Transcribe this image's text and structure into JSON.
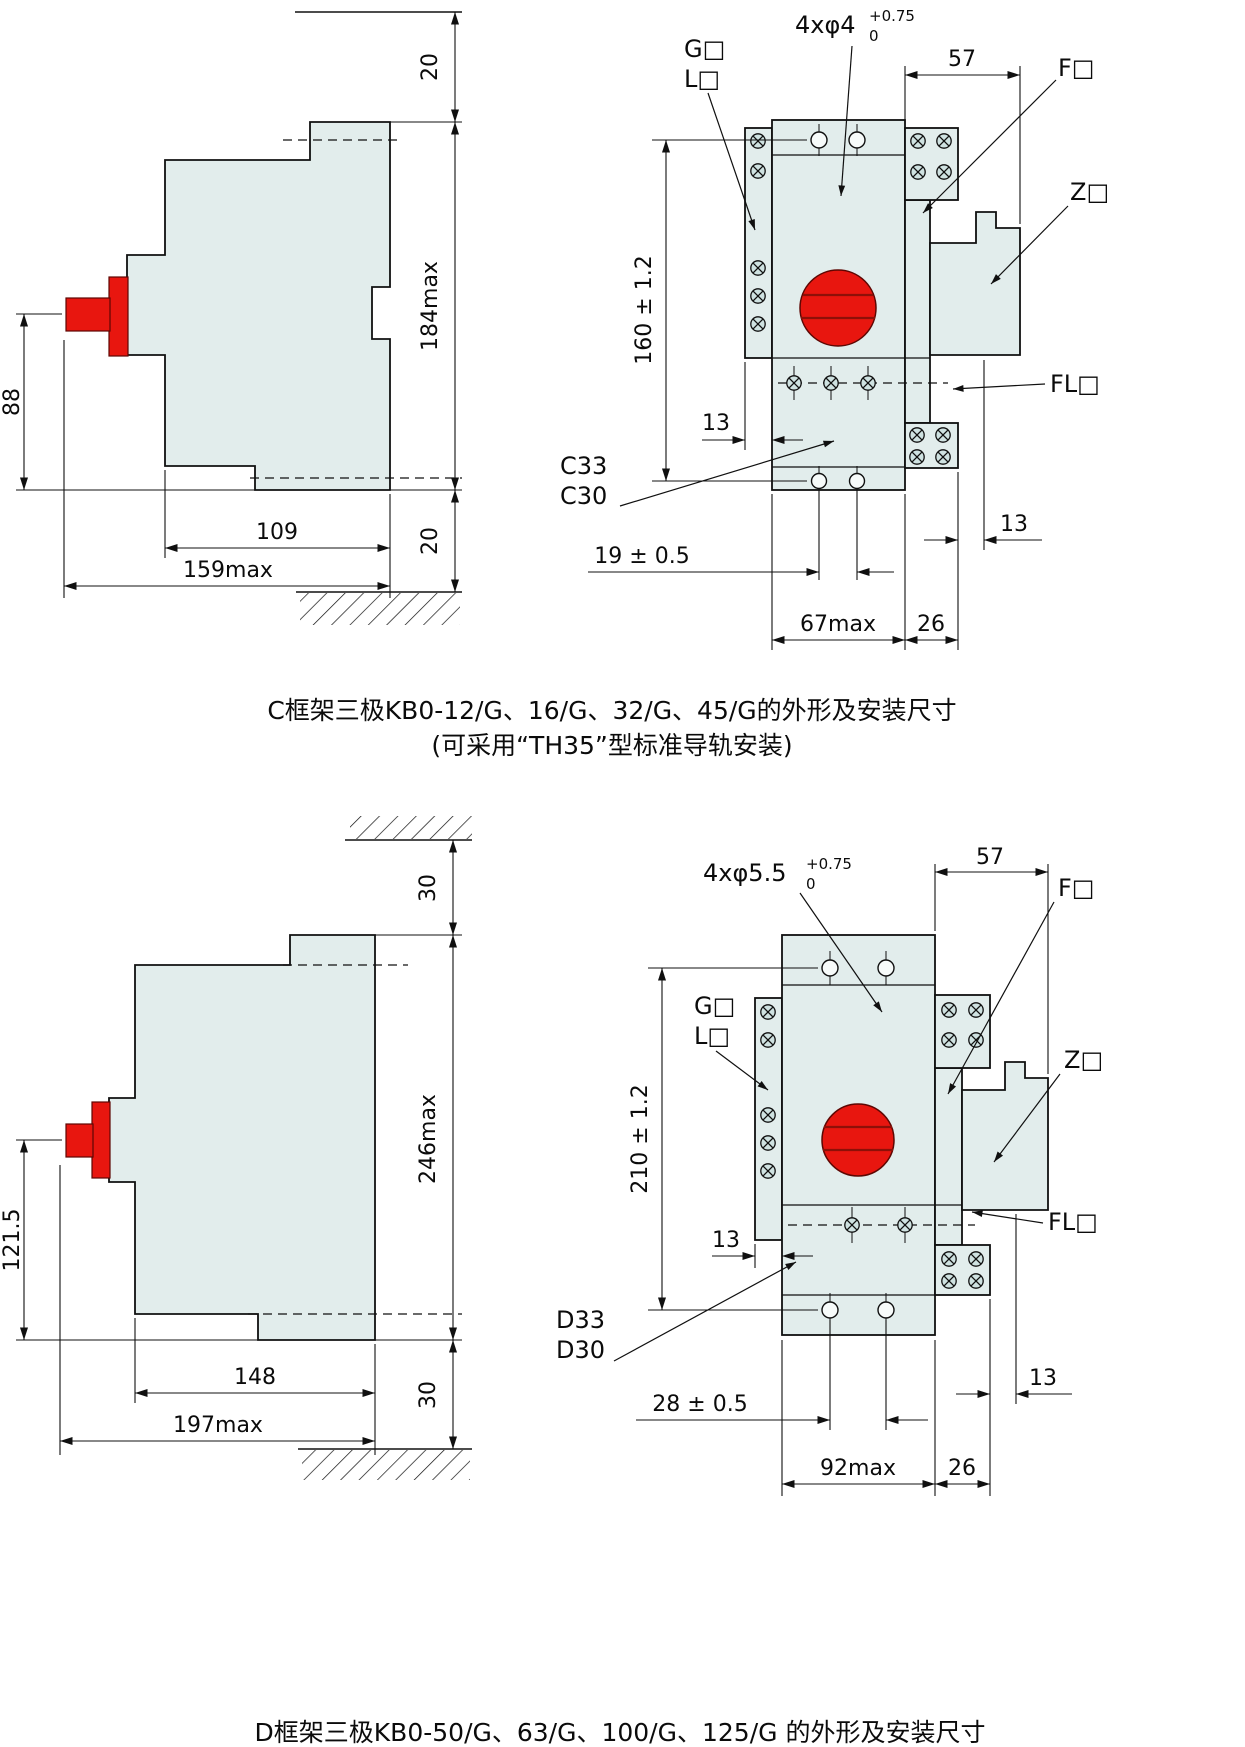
{
  "doc": {
    "type": "technical-dimension-drawing",
    "language": "zh-CN"
  },
  "colors": {
    "body_fill": "#e2edec",
    "accent_red": "#e8160f",
    "line": "#101010",
    "background": "#ffffff"
  },
  "section_c": {
    "side": {
      "top_gap": "20",
      "height": "184max",
      "handle_height": "88",
      "body_width": "109",
      "total_width": "159max",
      "bottom_gap": "20"
    },
    "front": {
      "holes_label": "4xφ4",
      "holes_tol_top": "+0.75",
      "holes_tol_bottom": "0",
      "label_g": "G□",
      "label_l": "L□",
      "label_f": "F□",
      "label_z": "Z□",
      "label_fl": "FL□",
      "label_c33": "C33",
      "label_c30": "C30",
      "dim_57": "57",
      "dim_height": "160 ± 1.2",
      "dim_13_left": "13",
      "dim_19": "19 ± 0.5",
      "dim_13_right": "13",
      "dim_67": "67max",
      "dim_26": "26"
    },
    "caption_line1": "C框架三极KB0-12/G、16/G、32/G、45/G的外形及安装尺寸",
    "caption_line2": "(可采用“TH35”型标准导轨安装)"
  },
  "section_d": {
    "side": {
      "top_gap": "30",
      "height": "246max",
      "handle_height": "121.5",
      "body_width": "148",
      "total_width": "197max",
      "bottom_gap": "30"
    },
    "front": {
      "holes_label": "4xφ5.5",
      "holes_tol_top": "+0.75",
      "holes_tol_bottom": "0",
      "label_g": "G□",
      "label_l": "L□",
      "label_f": "F□",
      "label_z": "Z□",
      "label_fl": "FL□",
      "label_d33": "D33",
      "label_d30": "D30",
      "dim_57": "57",
      "dim_height": "210 ± 1.2",
      "dim_13_left": "13",
      "dim_28": "28 ± 0.5",
      "dim_13_right": "13",
      "dim_92": "92max",
      "dim_26": "26"
    },
    "caption": "D框架三极KB0-50/G、63/G、100/G、125/G 的外形及安装尺寸"
  }
}
